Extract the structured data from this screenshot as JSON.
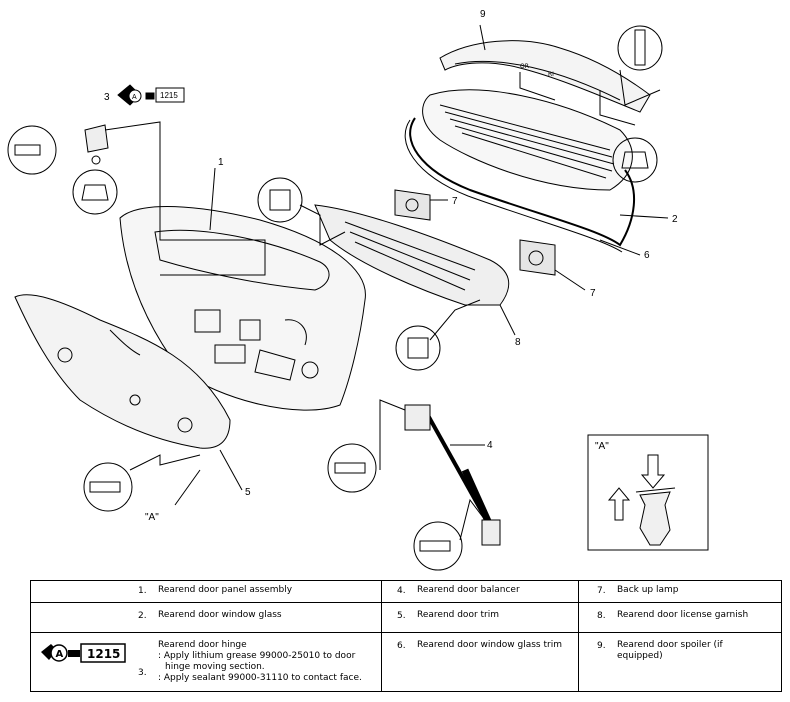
{
  "callouts": {
    "c1": "1",
    "c2": "2",
    "c3": "3",
    "c4": "4",
    "c5": "5",
    "c6": "6",
    "c7a": "7",
    "c7b": "7",
    "c8": "8",
    "c9": "9",
    "detailA_in_diagram": "\"A\""
  },
  "detail_box": {
    "label": "\"A\""
  },
  "icons": {
    "hinge_callout_code": "1215",
    "legend_code": "1215",
    "applicator_letter": "A"
  },
  "legend": {
    "rows": [
      [
        {
          "num": "1.",
          "text": "Rearend door panel assembly"
        },
        {
          "num": "4.",
          "text": "Rearend door balancer"
        },
        {
          "num": "7.",
          "text": "Back up lamp"
        }
      ],
      [
        {
          "num": "2.",
          "text": "Rearend door window glass"
        },
        {
          "num": "5.",
          "text": "Rearend door trim"
        },
        {
          "num": "8.",
          "text": "Rearend door license garnish"
        }
      ]
    ],
    "row3": {
      "item3": {
        "num": "3.",
        "title": "Rearend door hinge",
        "line1": ": Apply lithium grease 99000-25010 to door",
        "line2": "hinge moving section.",
        "line3": ": Apply sealant 99000-31110 to contact face."
      },
      "item6": {
        "num": "6.",
        "text": "Rearend door window glass trim"
      },
      "item9": {
        "num": "9.",
        "line1": "Rearend door spoiler (if",
        "line2": "equipped)"
      }
    }
  }
}
